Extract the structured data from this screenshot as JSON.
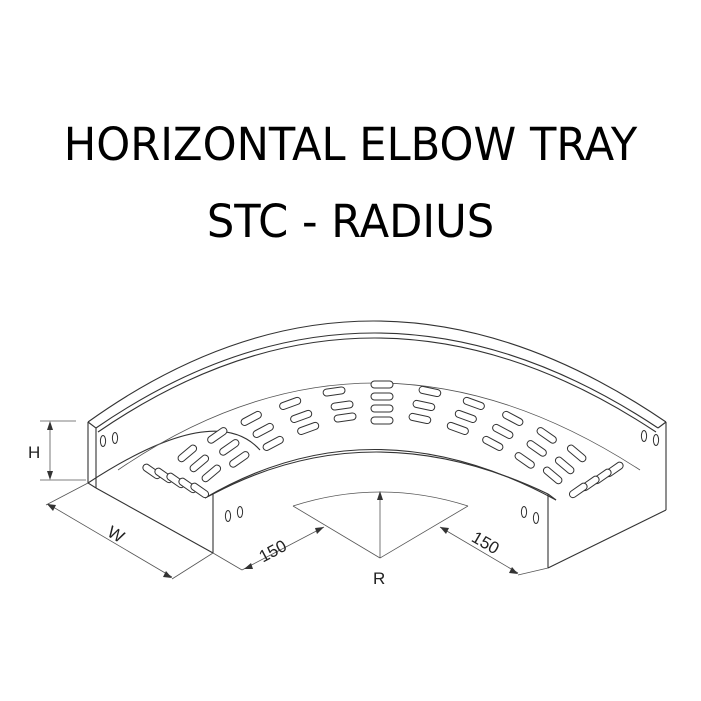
{
  "title": {
    "line1": "HORIZONTAL ELBOW TRAY",
    "line2": "STC - RADIUS"
  },
  "diagram": {
    "type": "isometric technical drawing",
    "subject": "90° horizontal elbow perforated cable tray",
    "dimensions": {
      "height_label": "H",
      "width_label": "W",
      "left_straight_label": "150",
      "right_straight_label": "150",
      "radius_label": "R"
    },
    "colors": {
      "line": "#333333",
      "background": "#ffffff",
      "text": "#000000"
    }
  }
}
